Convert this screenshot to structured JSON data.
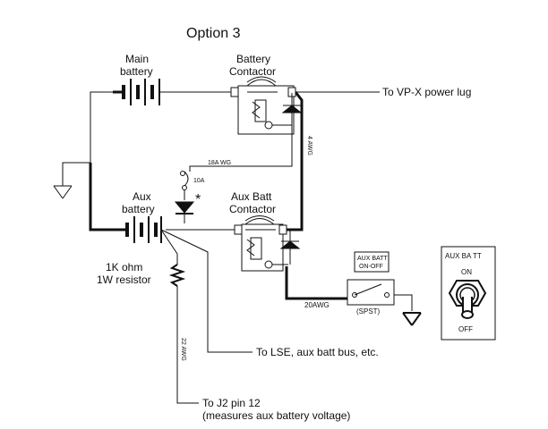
{
  "title": "Option 3",
  "labels": {
    "main_battery_line1": "Main",
    "main_battery_line2": "battery",
    "battery_contactor_line1": "Battery",
    "battery_contactor_line2": "Contactor",
    "vpx_power_lug": "To VP-X power lug",
    "wire_18awg": "18A WG",
    "fuse_10a": "10A",
    "star": "*",
    "aux_battery_line1": "Aux",
    "aux_battery_line2": "battery",
    "aux_contactor_line1": "Aux Batt",
    "aux_contactor_line2": "Contactor",
    "wire_4awg": "4 AWG",
    "resistor_line1": "1K ohm",
    "resistor_line2": "1W resistor",
    "aux_switch_line1": "AUX BATT",
    "aux_switch_line2": "ON-OFF",
    "wire_20awg": "20AWG",
    "spst": "(SPST)",
    "panel_title": "AUX BA TT",
    "panel_on": "ON",
    "panel_off": "OFF",
    "to_lse": "To LSE, aux batt bus, etc.",
    "wire_22awg": "22 AWG",
    "to_j2_line1": "To J2 pin 12",
    "to_j2_line2": "(measures aux battery voltage)"
  }
}
